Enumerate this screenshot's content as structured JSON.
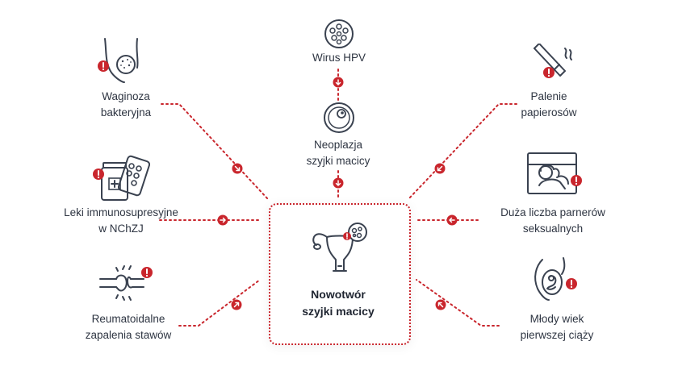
{
  "center": {
    "line1": "Nowotwór",
    "line2": "szyjki macicy"
  },
  "factors": {
    "waginoza": {
      "line1": "Waginoza",
      "line2": "bakteryjna",
      "icon": "vaginal-bacteria-icon"
    },
    "leki": {
      "line1": "Leki immunosupresyjne",
      "line2": "w NChZJ",
      "icon": "medication-icon"
    },
    "reumatoidalne": {
      "line1": "Reumatoidalne",
      "line2": "zapalenia stawów",
      "icon": "joint-inflammation-icon"
    },
    "hpv": {
      "line1": "Wirus HPV",
      "icon": "virus-icon"
    },
    "neoplazja": {
      "line1": "Neoplazja",
      "line2": "szyjki macicy",
      "icon": "cell-icon"
    },
    "palenie": {
      "line1": "Palenie",
      "line2": "papierosów",
      "icon": "cigarette-icon"
    },
    "partnerzy": {
      "line1": "Duża liczba parnerów",
      "line2": "seksualnych",
      "icon": "couple-bed-icon"
    },
    "ciaza": {
      "line1": "Młody wiek",
      "line2": "pierwszej ciąży",
      "icon": "pregnancy-icon"
    }
  },
  "colors": {
    "accent": "#c9262d",
    "icon_stroke": "#3a4250",
    "text": "#2e3542"
  }
}
